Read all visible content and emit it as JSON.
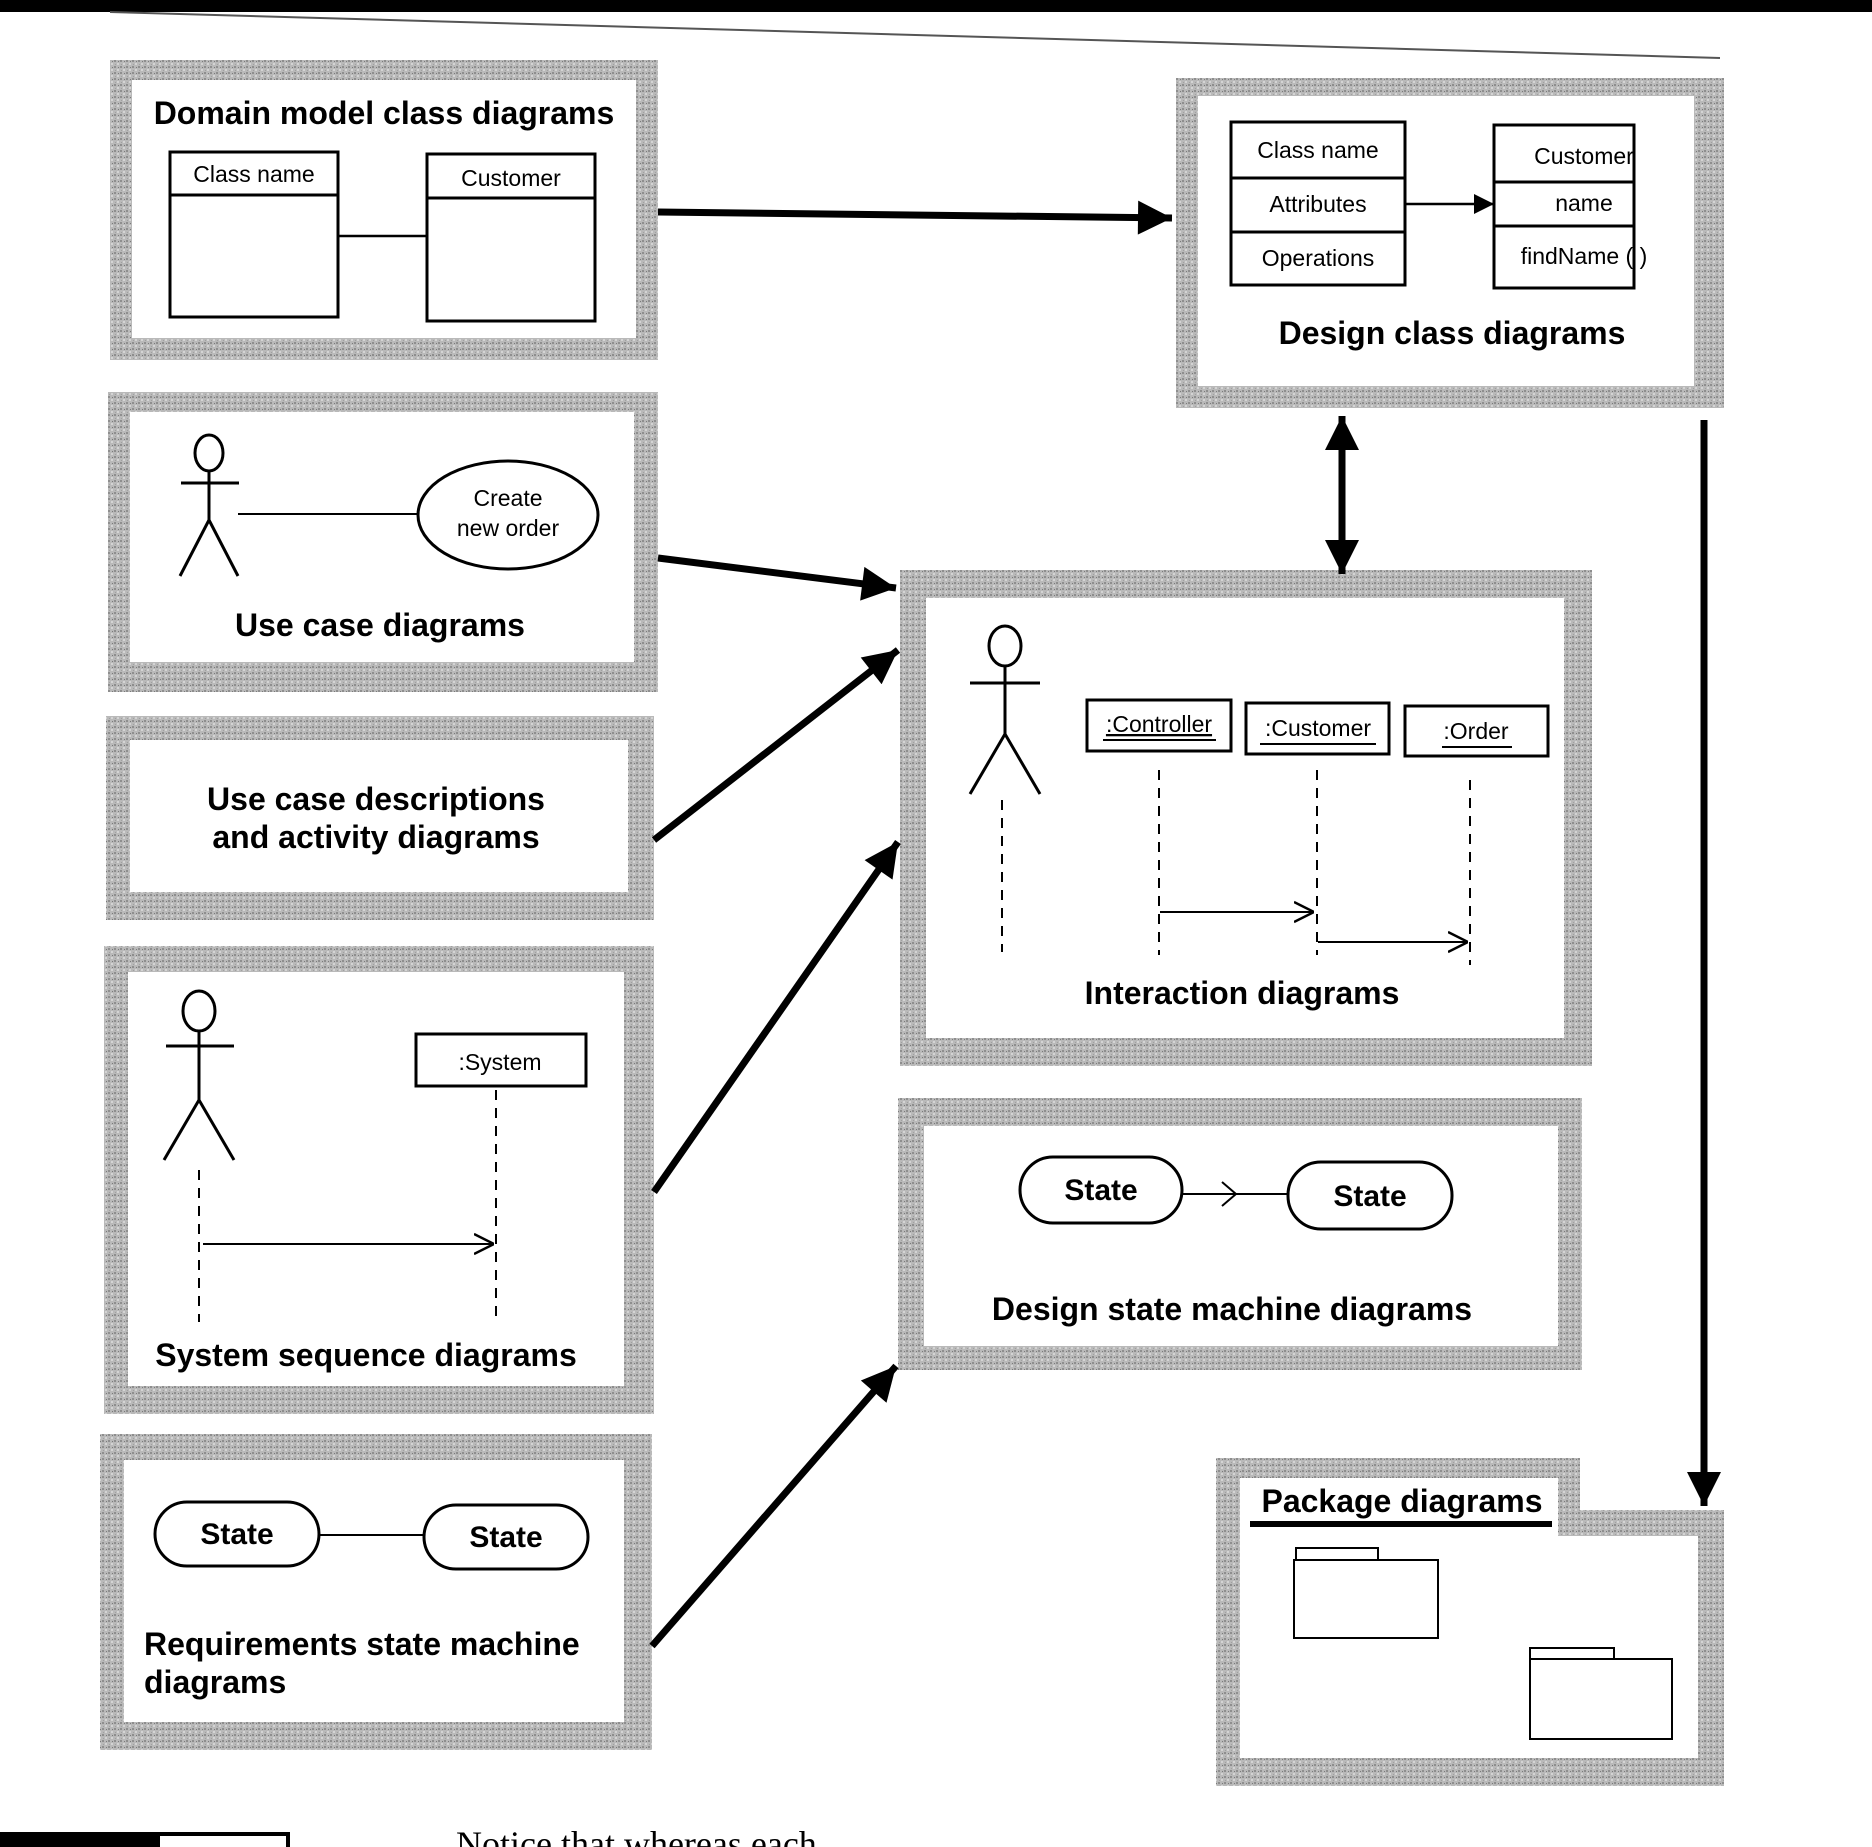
{
  "domain_model": {
    "title": "Domain model class diagrams",
    "class1": "Class name",
    "class2": "Customer"
  },
  "design_class": {
    "title": "Design class diagrams",
    "left_rows": [
      "Class name",
      "Attributes",
      "Operations"
    ],
    "right_rows": [
      "Customer",
      "name",
      "findName ( )"
    ]
  },
  "use_case": {
    "title": "Use case diagrams",
    "ellipse_line1": "Create",
    "ellipse_line2": "new order"
  },
  "use_case_desc": {
    "line1": "Use case descriptions",
    "line2": "and activity diagrams"
  },
  "system_sequence": {
    "title": "System sequence diagrams",
    "object": ":System"
  },
  "requirements_state": {
    "line1": "Requirements state machine",
    "line2": "diagrams",
    "state1": "State",
    "state2": "State"
  },
  "interaction": {
    "title": "Interaction diagrams",
    "obj1": ":Controller",
    "obj2": ":Customer",
    "obj3": ":Order"
  },
  "design_state": {
    "title": "Design state machine diagrams",
    "state1": "State",
    "state2": "State"
  },
  "package": {
    "title": "Package diagrams"
  },
  "footer": {
    "text": "Notice that whereas each"
  },
  "colors": {
    "frame_gray": "#b4b4b4",
    "frame_dark": "#8c8c8c",
    "ink": "#000000"
  }
}
